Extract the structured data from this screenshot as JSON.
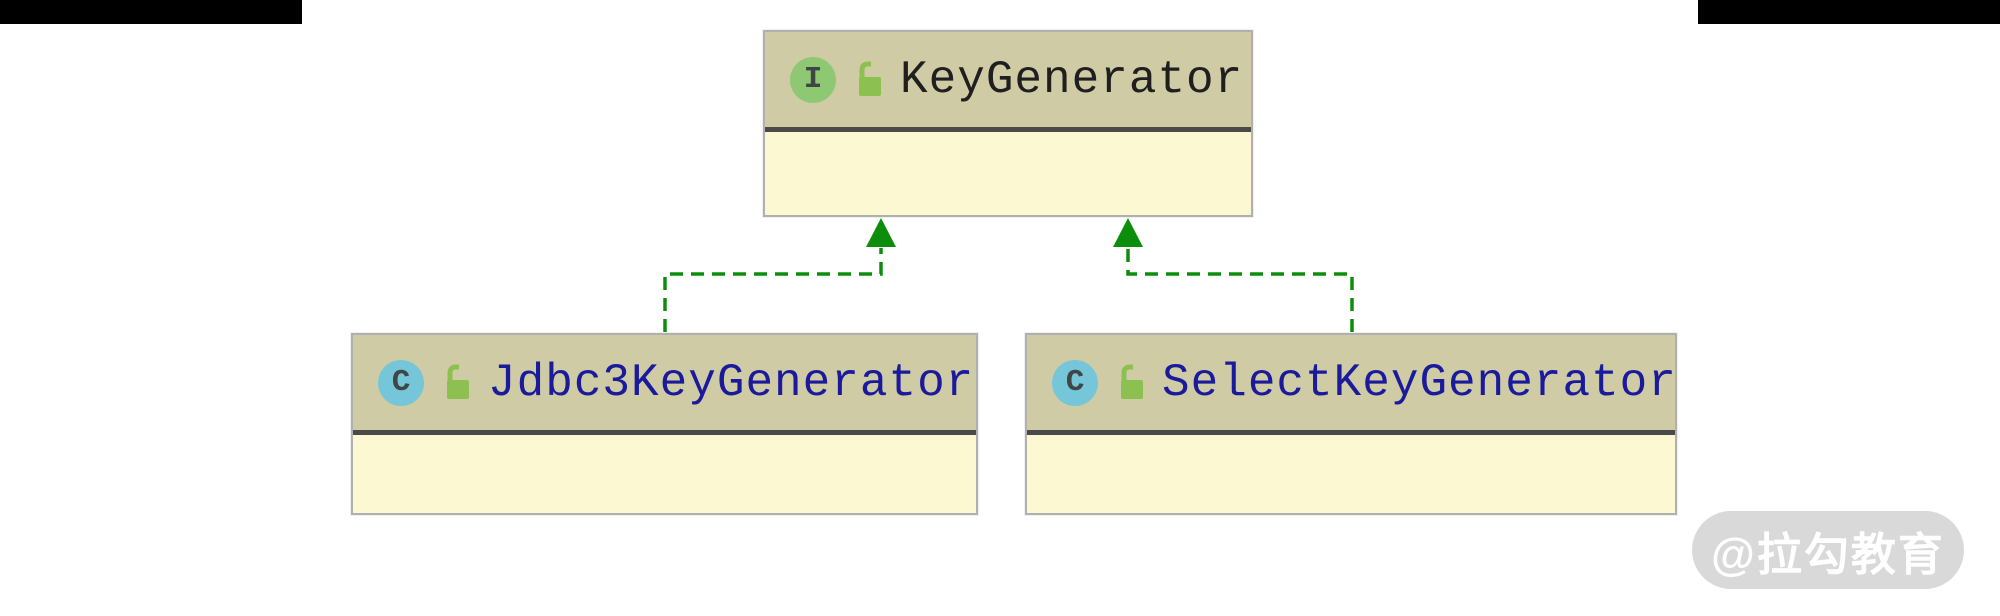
{
  "diagram": {
    "type": "uml-class-diagram",
    "nodes": [
      {
        "name": "KeyGenerator",
        "stereotype": "interface",
        "badge_letter": "I",
        "visibility_icon": "open-lock",
        "members_shown": ""
      },
      {
        "name": "Jdbc3KeyGenerator",
        "stereotype": "class",
        "badge_letter": "C",
        "visibility_icon": "open-lock",
        "members_shown": ""
      },
      {
        "name": "SelectKeyGenerator",
        "stereotype": "class",
        "badge_letter": "C",
        "visibility_icon": "open-lock",
        "members_shown": ""
      }
    ],
    "edges": [
      {
        "from": "Jdbc3KeyGenerator",
        "to": "KeyGenerator",
        "relation": "implements",
        "style": "green-dashed-solid-triangle"
      },
      {
        "from": "SelectKeyGenerator",
        "to": "KeyGenerator",
        "relation": "implements",
        "style": "green-dashed-solid-triangle"
      }
    ]
  },
  "watermark": {
    "text": "@拉勾教育"
  },
  "colors": {
    "node_header": "#cfcba4",
    "node_body": "#fcf9d2",
    "node_border": "#b0b0b0",
    "node_separator": "#4a4a4a",
    "interface_badge": "#8fc873",
    "class_badge": "#74c6d8",
    "lock_green": "#8cc152",
    "edge_green": "#0c8e0c",
    "interface_title": "#1f1f1f",
    "class_title": "#1a1a9c",
    "watermark_bg": "#d9d9d9",
    "topbar": "#000000"
  }
}
